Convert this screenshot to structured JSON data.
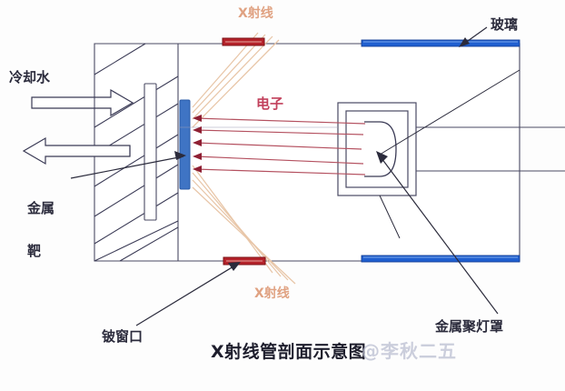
{
  "figure": {
    "title": "X射线管剖面示意图",
    "watermark": "@李秋二五",
    "background_color": "#fdfdfd"
  },
  "colors": {
    "outline": "#4a4a63",
    "hatch": "#3a3a55",
    "anode_target_blue": "#3f74c4",
    "glass_blue": "#1f5fd0",
    "beryllium_red": "#b5222a",
    "electron_beam": "#b4505f",
    "xray_beam": "#e8c6a8",
    "label_dark": "#2b2b3c",
    "label_xray": "#e0a282",
    "label_electron": "#c2415c",
    "watermark": "#b9bcd0"
  },
  "labels": {
    "cooling_water": "冷却水",
    "metal_target": "金属靶",
    "metal_target_lines": [
      "金属",
      "靶"
    ],
    "beryllium_window": "铍窗口",
    "xray_top": "X射线",
    "xray_bottom": "X射线",
    "electrons": "电子",
    "glass": "玻璃",
    "focusing_cup": "金属聚灯罩"
  },
  "components": [
    {
      "name": "cooling-water-inlet-arrow",
      "label": "冷却水",
      "kind": "flow-arrow",
      "direction": "right"
    },
    {
      "name": "cooling-water-outlet-arrow",
      "label": "",
      "kind": "flow-arrow",
      "direction": "left"
    },
    {
      "name": "anode-copper-block",
      "kind": "hatched-block"
    },
    {
      "name": "metal-target",
      "label": "金属靶",
      "kind": "target-plate",
      "color": "#3f74c4"
    },
    {
      "name": "beryllium-window-top",
      "label": "铍窗口",
      "kind": "window",
      "color": "#b5222a"
    },
    {
      "name": "beryllium-window-bottom",
      "label": "铍窗口",
      "kind": "window",
      "color": "#b5222a"
    },
    {
      "name": "glass-envelope-top",
      "label": "玻璃",
      "kind": "glass-wall",
      "color": "#1f5fd0"
    },
    {
      "name": "glass-envelope-bottom",
      "label": "玻璃",
      "kind": "glass-wall",
      "color": "#1f5fd0"
    },
    {
      "name": "cathode-focusing-cup",
      "label": "金属聚灯罩",
      "kind": "focusing-cup"
    },
    {
      "name": "electron-beam",
      "label": "电子",
      "kind": "beam",
      "ray_count": 5,
      "color": "#b4505f"
    },
    {
      "name": "xray-beam-top",
      "label": "X射线",
      "kind": "beam",
      "ray_count": 4,
      "color": "#e8c6a8"
    },
    {
      "name": "xray-beam-bottom",
      "label": "X射线",
      "kind": "beam",
      "ray_count": 4,
      "color": "#e8c6a8"
    }
  ]
}
